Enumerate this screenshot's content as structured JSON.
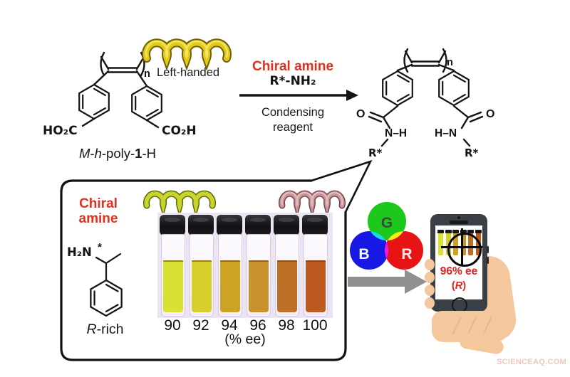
{
  "palette": {
    "accent_red": "#e0301e",
    "arrow_gray": "#909090",
    "skin": "#f5c79d",
    "phone_body": "#3a3f45",
    "lavender_bg": "#ece4f3",
    "helix_yellow": "#e2ca18",
    "helix_yellowgreen": "#c9d42c",
    "helix_pink": "#c9979b"
  },
  "reactant": {
    "acid_left": "HO₂C",
    "acid_right": "CO₂H",
    "repeat_n": "n",
    "name_M": "M",
    "name_d1": "-",
    "name_h": "h",
    "name_mid": "-poly-",
    "name_1": "1",
    "name_end": "-H",
    "helix_label": "Left-handed"
  },
  "reaction": {
    "reagent_line1": "Chiral amine",
    "reagent_line2": "R*-NH₂",
    "condition": "Condensing reagent"
  },
  "product": {
    "repeat_n": "n",
    "o_left": "O",
    "o_right": "O",
    "nh_left": "N–H",
    "hn_right": "H–N",
    "r_left": "R*",
    "r_right": "R*"
  },
  "box": {
    "amine_title": "Chiral amine",
    "h2n": "H₂N",
    "stereo_star": "*",
    "r_rich_R": "R",
    "r_rich_rest": "-rich",
    "unit": "(% ee)",
    "vials": [
      {
        "label": "90",
        "color": "#d9e135"
      },
      {
        "label": "92",
        "color": "#d6cf2c"
      },
      {
        "label": "94",
        "color": "#cda326"
      },
      {
        "label": "96",
        "color": "#c9922d"
      },
      {
        "label": "98",
        "color": "#bc6f26"
      },
      {
        "label": "100",
        "color": "#bd5a20"
      }
    ]
  },
  "rgb_diagram": {
    "g": "G",
    "b": "B",
    "r": "R"
  },
  "phone": {
    "result": "96% ee",
    "paren_open": "(",
    "config": "R",
    "paren_close": ")"
  },
  "watermark": "SCIENCEAQ.COM"
}
